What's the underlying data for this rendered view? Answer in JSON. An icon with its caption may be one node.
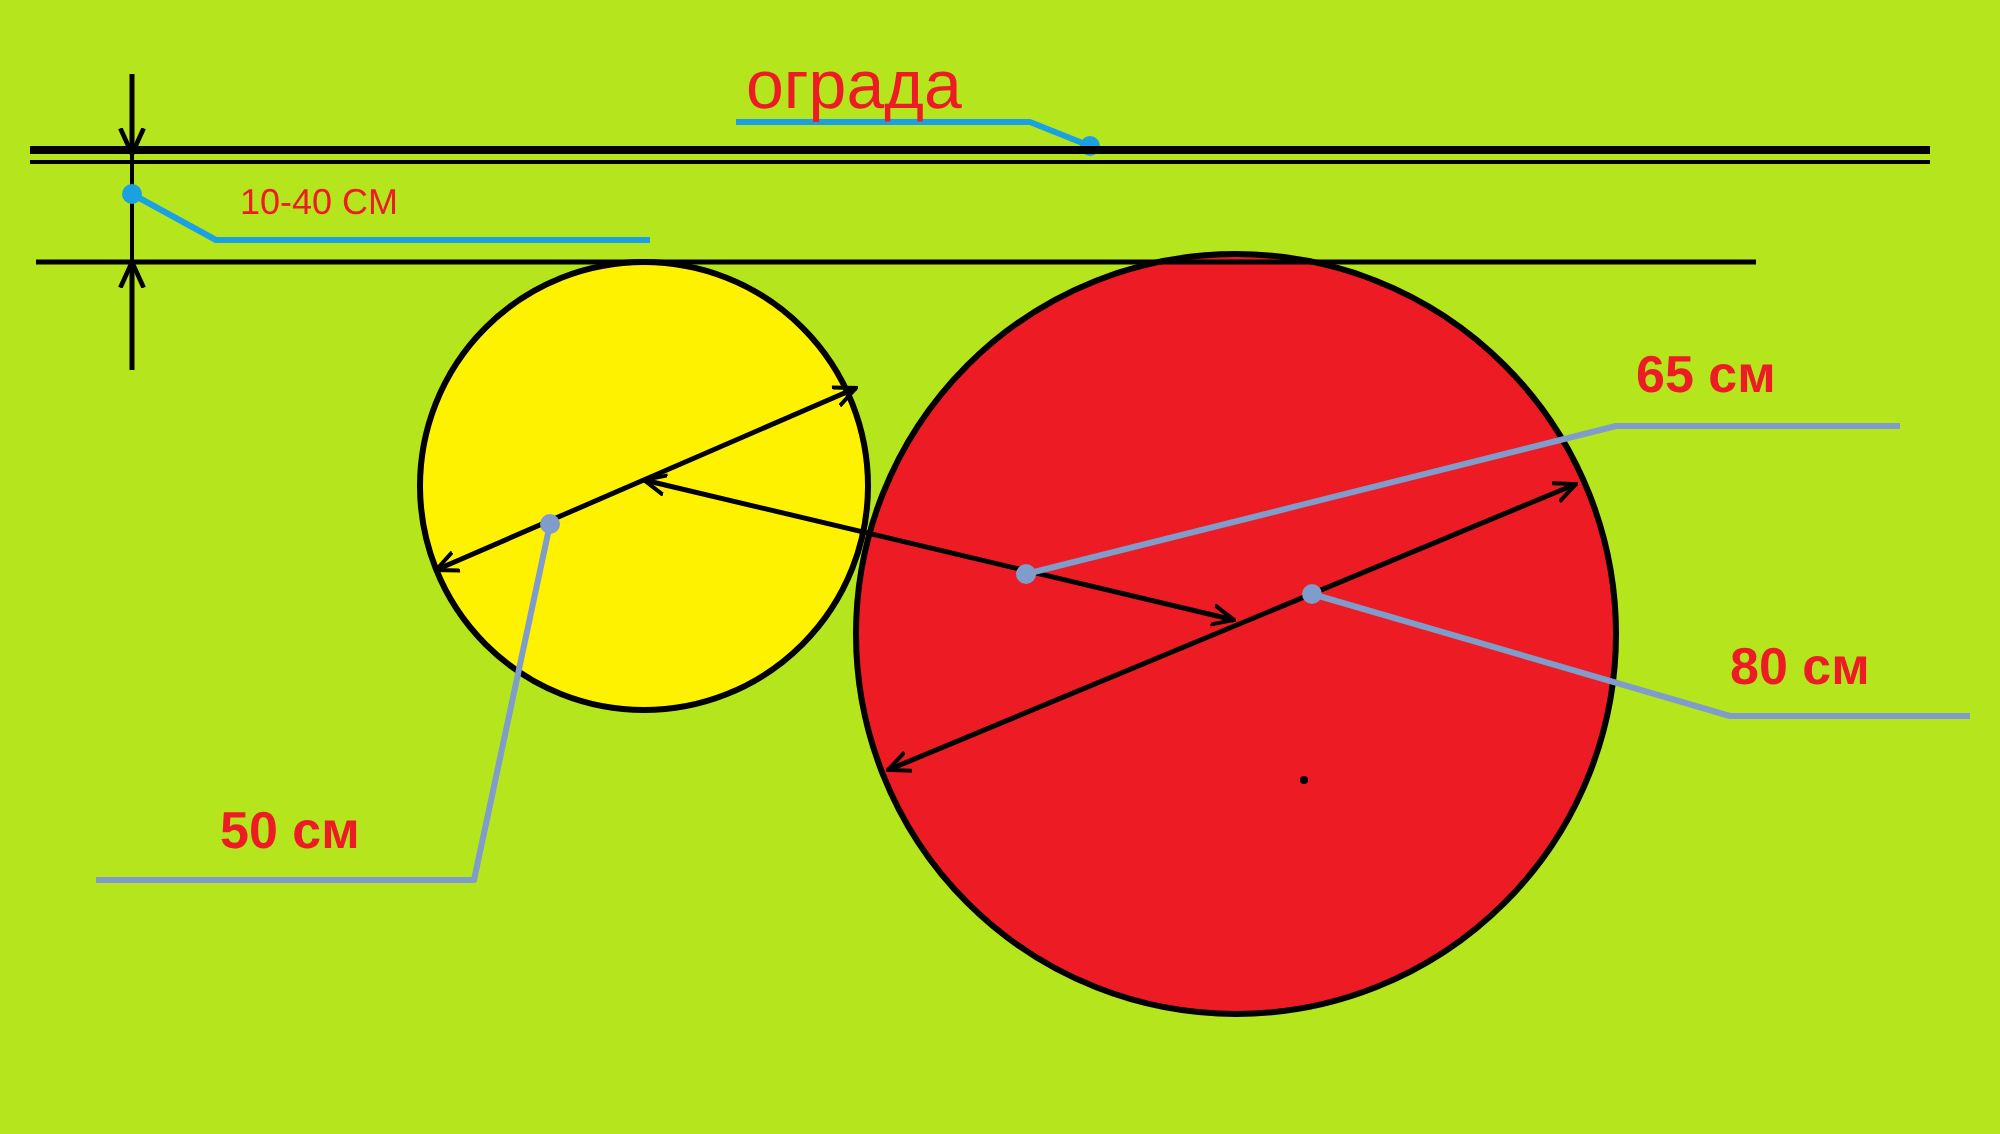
{
  "diagram": {
    "nodes": [
      {
        "text": [
          "ограда"
        ]
      },
      {
        "text": [],
        "shape": "bar"
      },
      {
        "text": [
          "10-40 CM"
        ]
      },
      {
        "text": [
          "65 см"
        ]
      },
      {
        "text": [
          "80 см"
        ]
      },
      {
        "text": [
          "50 см"
        ]
      }
    ],
    "edges": [
      {
        "from": 0,
        "to": 1,
        "arrow": "other",
        "color": "#1ba1e2"
      },
      {
        "from": 2,
        "to": null,
        "arrow": "other",
        "color": "#1ba1e2"
      },
      {
        "from": 3,
        "to": null,
        "arrow": "other"
      },
      {
        "from": 4,
        "to": null,
        "arrow": "other"
      },
      {
        "from": 5,
        "to": null,
        "arrow": "other"
      }
    ]
  }
}
